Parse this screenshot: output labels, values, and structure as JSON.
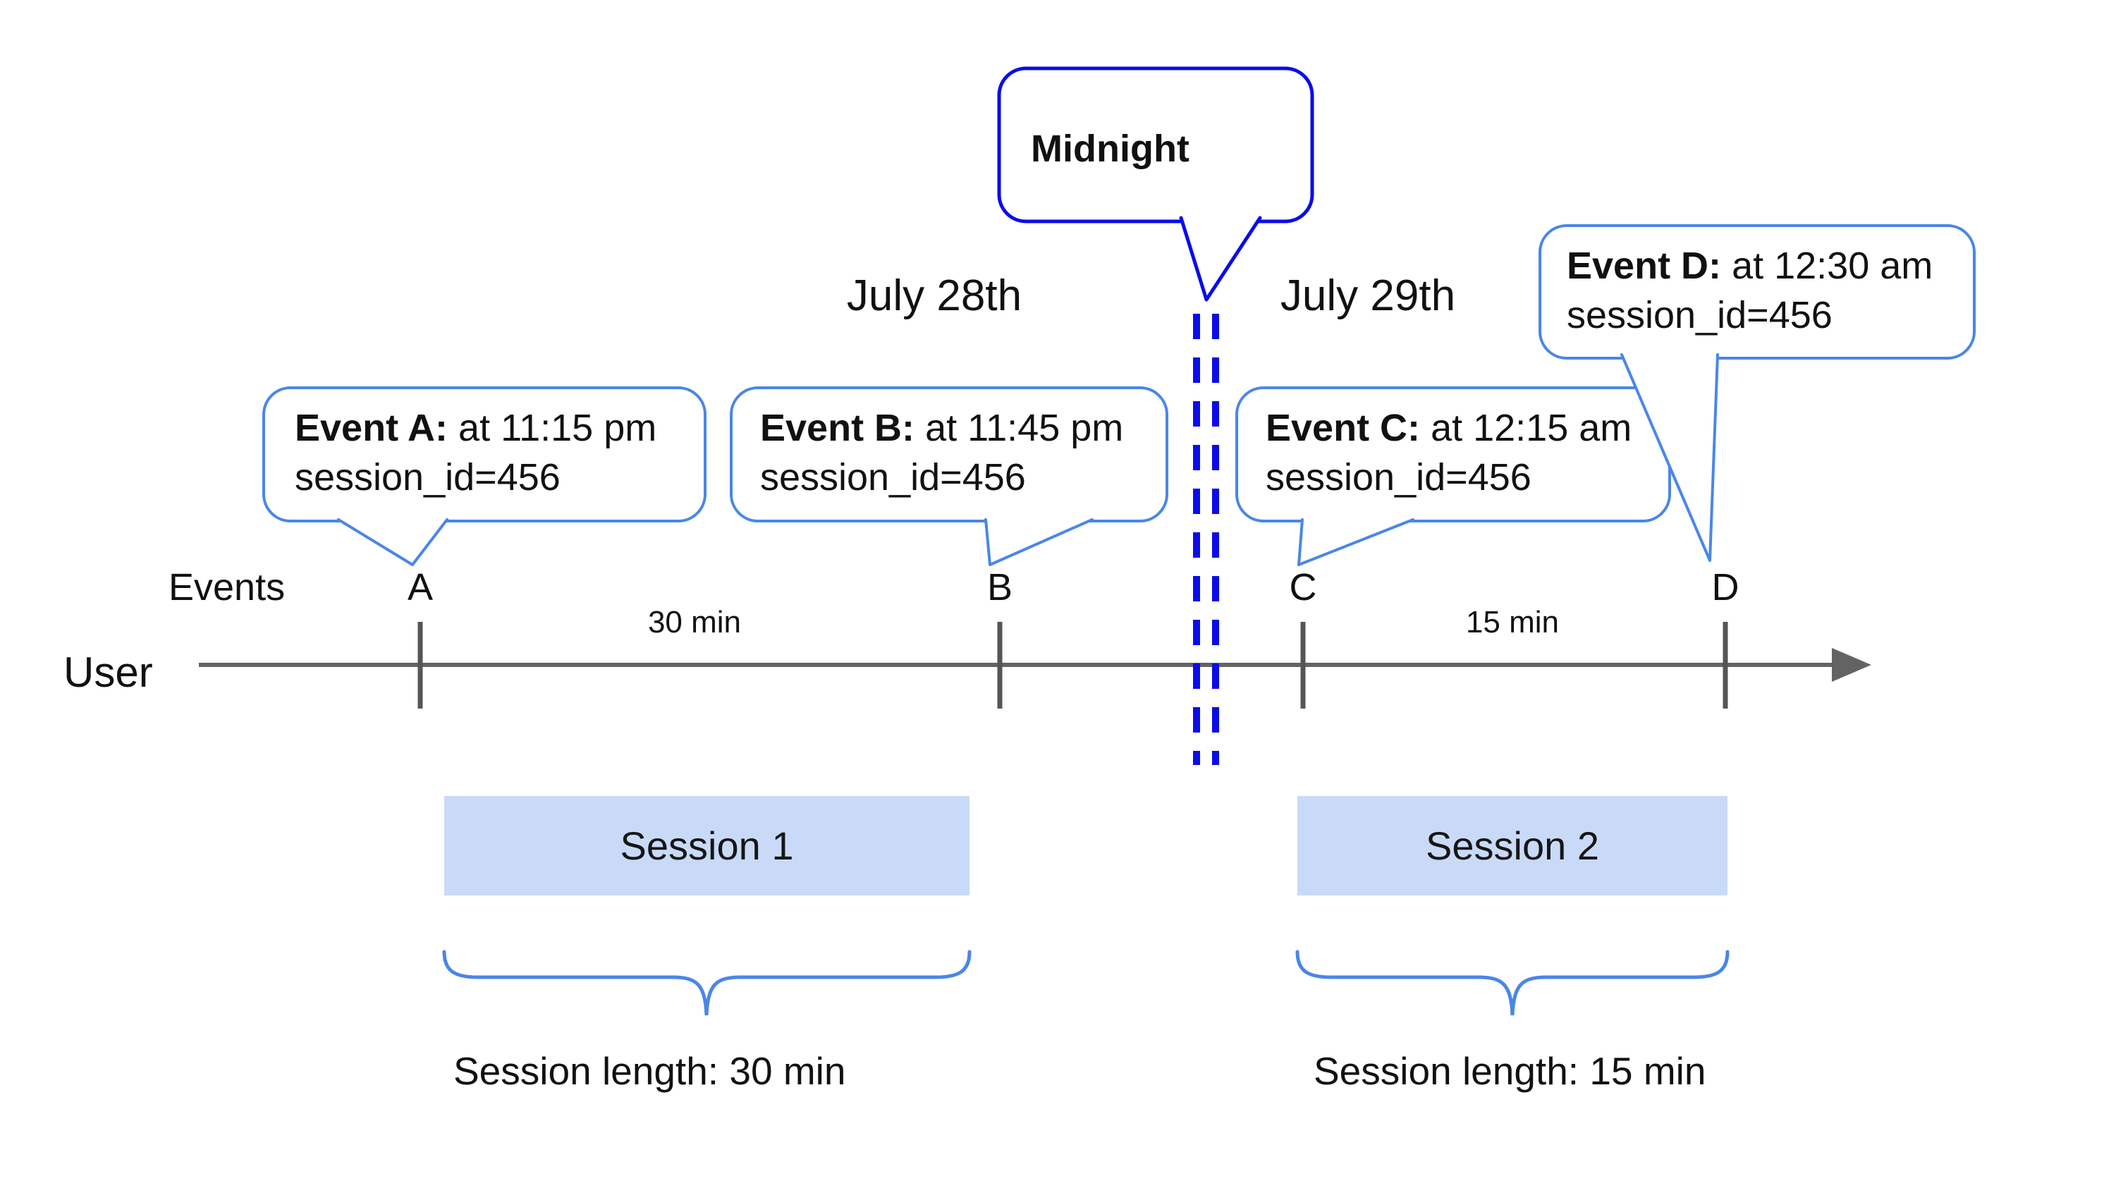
{
  "colors": {
    "blue_dark": "#0b0beb",
    "blue_light": "#4a86e8",
    "session_fill": "#c9daf8",
    "line_gray": "#636363",
    "tick_gray": "#555555"
  },
  "midnight_callout": {
    "label": "Midnight"
  },
  "date_labels": {
    "before": "July 28th",
    "after": "July 29th"
  },
  "axis": {
    "events_label": "Events",
    "user_label": "User"
  },
  "event_markers": [
    "A",
    "B",
    "C",
    "D"
  ],
  "gap_labels": {
    "a_to_b": "30 min",
    "c_to_d": "15 min"
  },
  "event_callouts": [
    {
      "name": "Event A:",
      "time": "at 11:15 pm",
      "session": "session_id=456"
    },
    {
      "name": "Event B:",
      "time": "at 11:45 pm",
      "session": "session_id=456"
    },
    {
      "name": "Event C:",
      "time": "at 12:15 am",
      "session": "session_id=456"
    },
    {
      "name": "Event D:",
      "time": "at 12:30 am",
      "session": "session_id=456"
    }
  ],
  "sessions": [
    {
      "label": "Session 1",
      "length_label": "Session length: 30 min"
    },
    {
      "label": "Session 2",
      "length_label": "Session length: 15 min"
    }
  ]
}
